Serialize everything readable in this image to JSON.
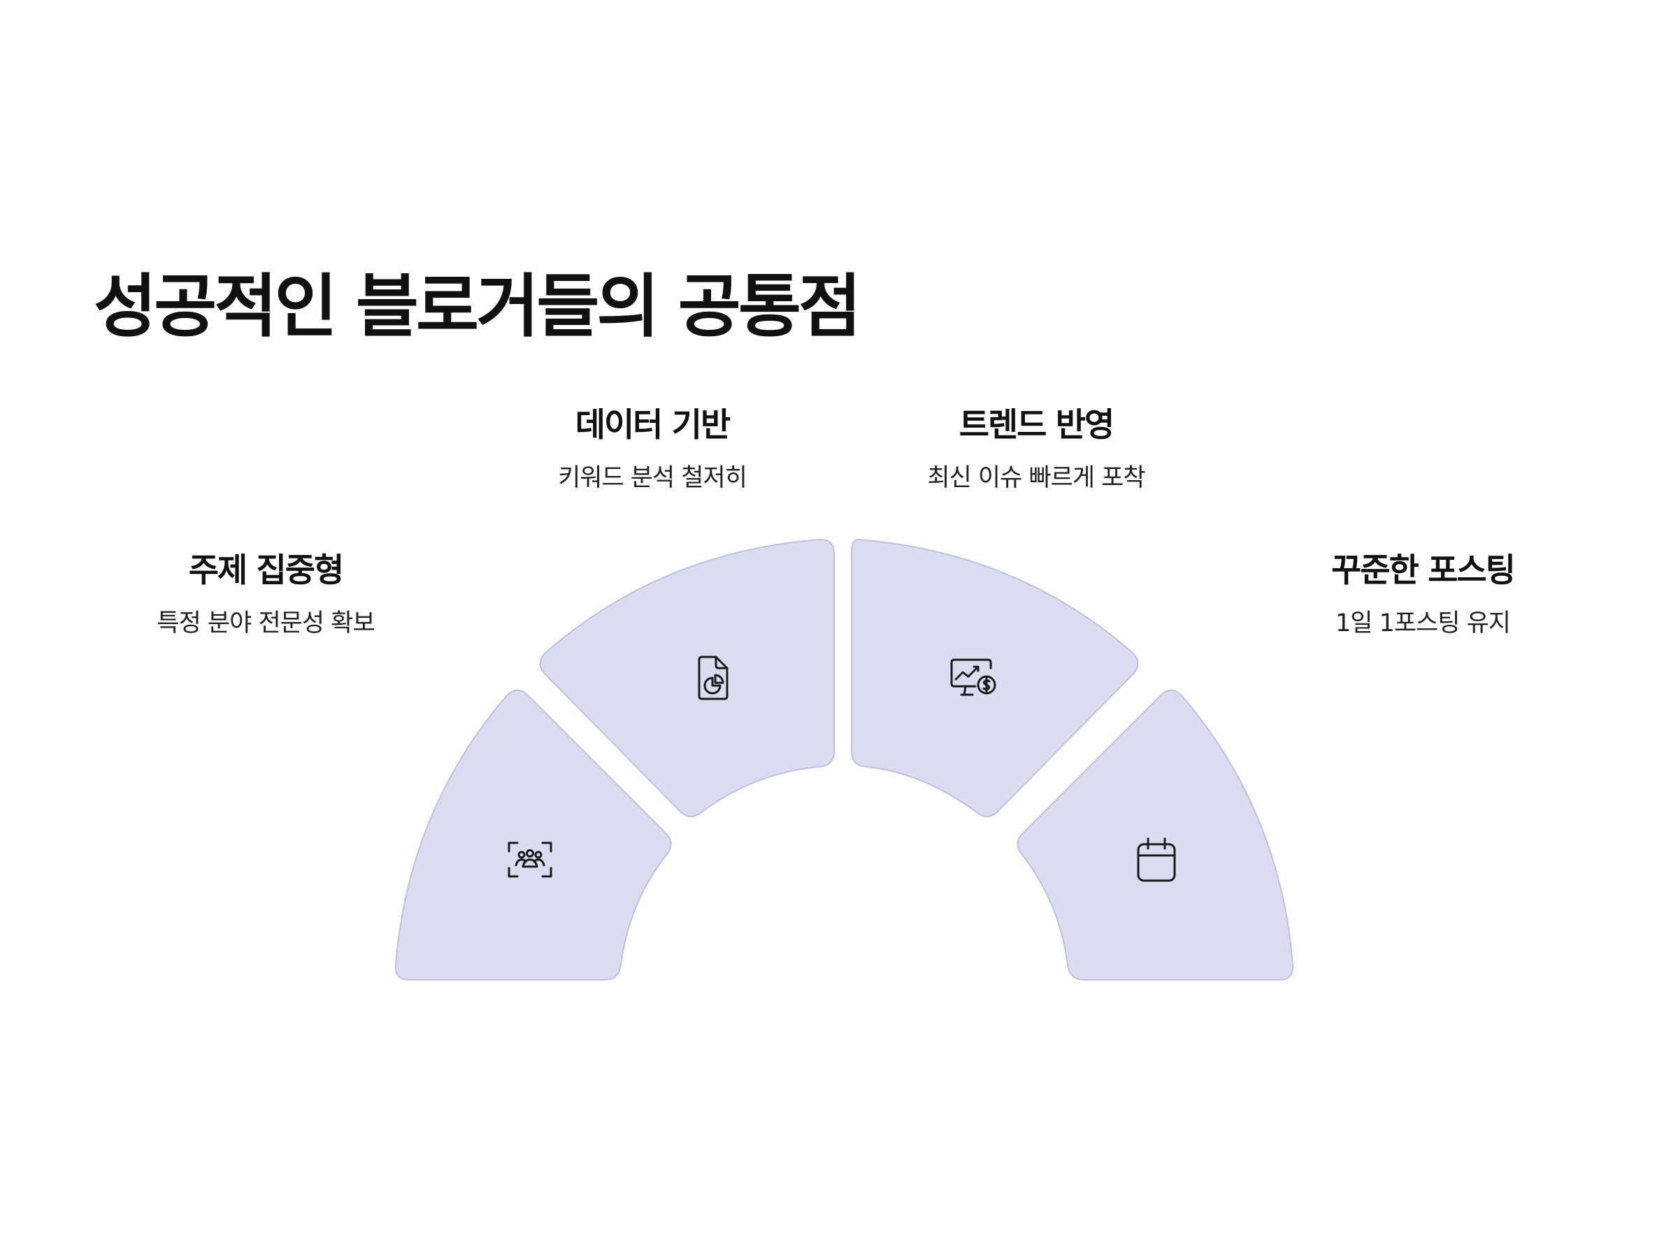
{
  "title": "성공적인 블로거들의 공통점",
  "items": [
    {
      "title": "주제 집중형",
      "description": "특정 분야 전문성 확보",
      "icon": "people-focus-icon"
    },
    {
      "title": "데이터 기반",
      "description": "키워드 분석 철저히",
      "icon": "document-chart-icon"
    },
    {
      "title": "트렌드 반영",
      "description": "최신 이슈 빠르게 포착",
      "icon": "trend-monitor-icon"
    },
    {
      "title": "꾸준한 포스팅",
      "description": "1일 1포스팅 유지",
      "icon": "calendar-icon"
    }
  ],
  "colors": {
    "segment_fill": "#dcdcf0",
    "segment_stroke": "#c0c0de",
    "text": "#111111"
  }
}
